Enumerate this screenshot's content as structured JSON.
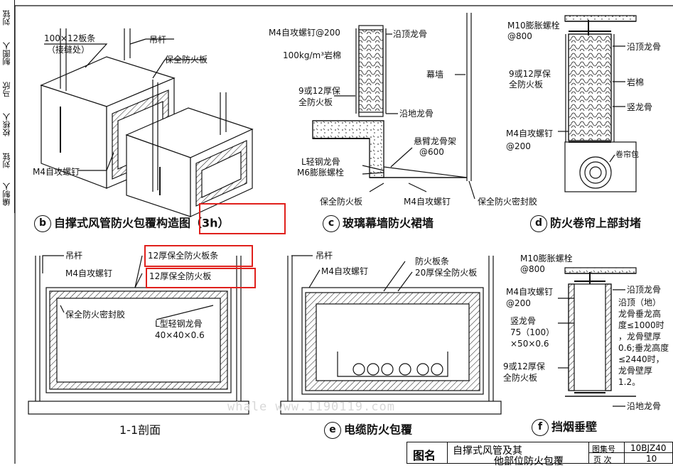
{
  "side_labels": [
    "刘铉",
    "制图人",
    "马欣",
    "校核人",
    "刘铉",
    "编制人"
  ],
  "panel_b": {
    "marker": "b",
    "title": "自撑式风管防火包覆构造图（3h）",
    "labels": {
      "strip": "100×12板条",
      "strip_note": "（接缝处）",
      "rod": "吊杆",
      "board": "保全防火板",
      "screw": "M4自攻螺钉"
    }
  },
  "panel_c": {
    "marker": "c",
    "title": "玻璃幕墙防火裙墙",
    "labels": {
      "screw_top": "M4自攻螺钉@200",
      "top_keel": "沿顶龙骨",
      "rockwool": "100kg/m³岩棉",
      "curtain": "幕墙",
      "board": "9或12厚保",
      "board2": "全防火板",
      "floor_keel": "沿地龙骨",
      "cantilever": "悬臂龙骨架",
      "cantilever_sp": "@600",
      "l_keel": "L轻钢龙骨",
      "bolt": "M6膨胀螺栓",
      "board_bottom": "保全防火板",
      "screw_bottom": "M4自攻螺钉",
      "sealant": "保全防火密封胶"
    }
  },
  "panel_d": {
    "marker": "d",
    "title": "防火卷帘上部封堵",
    "labels": {
      "bolt": "M10膨胀螺栓",
      "bolt_sp": "@800",
      "top_keel": "沿顶龙骨",
      "board": "9或12厚保",
      "board2": "全防火板",
      "rockwool": "岩棉",
      "stud": "竖龙骨",
      "screw": "M4自攻螺钉",
      "screw_sp": "@200",
      "roll": "卷帘包"
    }
  },
  "panel_11": {
    "title": "1-1剖面",
    "labels": {
      "rod": "吊杆",
      "screw": "M4自攻螺钉",
      "strip": "12厚保全防火板条",
      "board": "12厚保全防火板",
      "sealant": "保全防火密封胶",
      "keel": "L型轻钢龙骨",
      "keel_size": "40×40×0.6"
    }
  },
  "panel_e": {
    "marker": "e",
    "title": "电缆防火包覆",
    "labels": {
      "rod": "吊杆",
      "screw": "M4自攻螺钉",
      "strip": "防火板条",
      "board": "20厚保全防火板"
    }
  },
  "panel_f": {
    "marker": "f",
    "title": "挡烟垂壁",
    "labels": {
      "bolt": "M10膨胀螺栓",
      "bolt_sp": "@800",
      "screw": "M4自攻螺钉",
      "screw_sp": "@200",
      "stud": "竖龙骨",
      "stud_size": "75（100）",
      "stud_size2": "×50×0.6",
      "board": "9或12厚保",
      "board2": "全防火板",
      "top_keel": "沿顶龙骨",
      "note1": "沿顶（地）",
      "note2": "龙骨垂龙高",
      "note3": "度≤1000时",
      "note4": "，龙骨壁厚",
      "note5": "0.6;垂龙高度",
      "note6": "≤2440时，",
      "note7": "龙骨壁厚",
      "note8": "1.2。",
      "floor_keel": "沿地龙骨"
    }
  },
  "title_block": {
    "label": "图名",
    "name1": "自撑式风管及其",
    "name2": "他部位防火包覆",
    "set_label": "图集号",
    "set_value": "10BJZ40",
    "page_label": "页 次",
    "page_value": "10"
  },
  "watermark": "whale www.1190119.com",
  "colors": {
    "highlight": "#e0201c",
    "line": "#111111"
  }
}
